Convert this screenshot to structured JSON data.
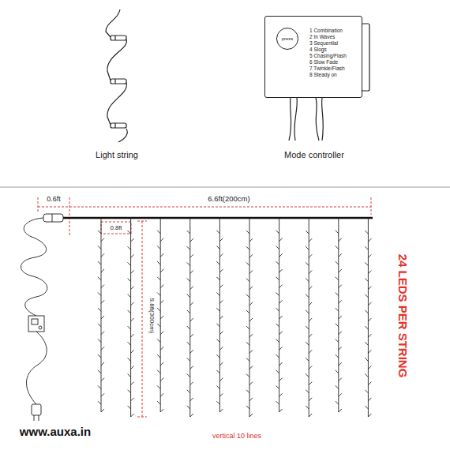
{
  "diagram": {
    "nodes": [
      {
        "text": [
          "1 Combination",
          "2 In Waves",
          "3 Sequential",
          "4 Slogs",
          "5 Chasing/Flash",
          "6 Slow Fade",
          "7 Twinkle/Flash",
          "8 Steady on"
        ]
      },
      {
        "text": [
          "press"
        ],
        "in": 0
      }
    ],
    "labels": [
      "Light string",
      "Mode controller",
      "0.6ft",
      "6.6ft(200cm)",
      "0.8ft",
      "9.8ft(300cm)",
      "24 LEDS PER STRING",
      "vertical 10 lines",
      "www.auxa.in"
    ]
  }
}
